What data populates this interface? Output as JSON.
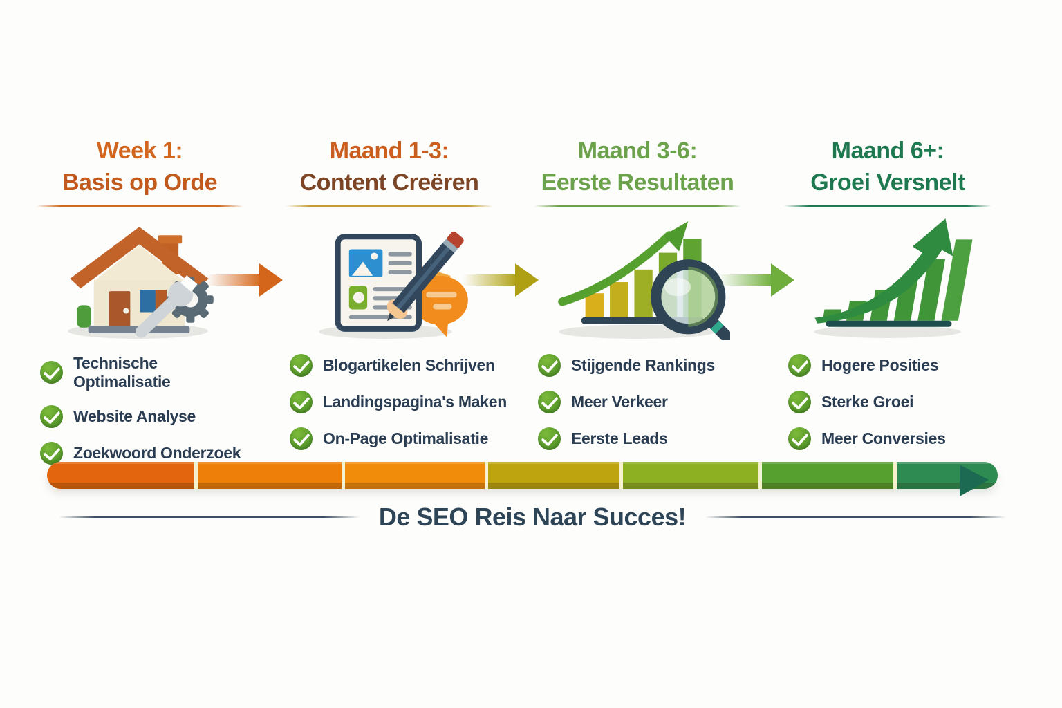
{
  "page": {
    "background": "#FDFDFB",
    "footer": {
      "title": "De SEO Reis Naar Succes!",
      "color": "#2E4558"
    }
  },
  "columns": [
    {
      "title_line1": "Week 1:",
      "title_line2": "Basis op Orde",
      "title_line1_color": "#D2661F",
      "title_line2_color": "#C25A1D",
      "underline_color": "#CE6A1F",
      "icon": "house-tools-icon",
      "items": [
        "Technische Optimalisatie",
        "Website Analyse",
        "Zoekwoord Onderzoek"
      ]
    },
    {
      "title_line1": "Maand 1-3:",
      "title_line2": "Content Creëren",
      "title_line1_color": "#C95E1E",
      "title_line2_color": "#7C4526",
      "underline_color": "#C49B33",
      "icon": "blog-writing-icon",
      "items": [
        "Blogartikelen Schrijven",
        "Landingspagina's Maken",
        "On-Page Optimalisatie"
      ]
    },
    {
      "title_line1": "Maand 3-6:",
      "title_line2": "Eerste Resultaten",
      "title_line1_color": "#6CA24B",
      "title_line2_color": "#6CA24B",
      "underline_color": "#6CA24B",
      "icon": "rankings-magnifier-icon",
      "items": [
        "Stijgende Rankings",
        "Meer Verkeer",
        "Eerste Leads"
      ]
    },
    {
      "title_line1": "Maand 6+:",
      "title_line2": "Groei Versnelt",
      "title_line1_color": "#1E7950",
      "title_line2_color": "#1E7950",
      "underline_color": "#1E7950",
      "icon": "growth-chart-icon",
      "items": [
        "Hogere Posities",
        "Sterke Groei",
        "Meer Conversies"
      ]
    }
  ],
  "connector_arrows": [
    {
      "color": "#D4661B"
    },
    {
      "color": "#AFA013"
    },
    {
      "color": "#6FAE3C"
    }
  ],
  "checklist": {
    "check_color": "#55972A",
    "text_color": "#2B3D52"
  },
  "timeline_bar": {
    "segments": [
      "#E3660E",
      "#EE7F08",
      "#F08C09",
      "#BEA40F",
      "#8DB023",
      "#55A02F",
      "#2E8C52"
    ],
    "divider_color": "#F5F1CE",
    "arrowhead_color": "#1D6A52"
  }
}
